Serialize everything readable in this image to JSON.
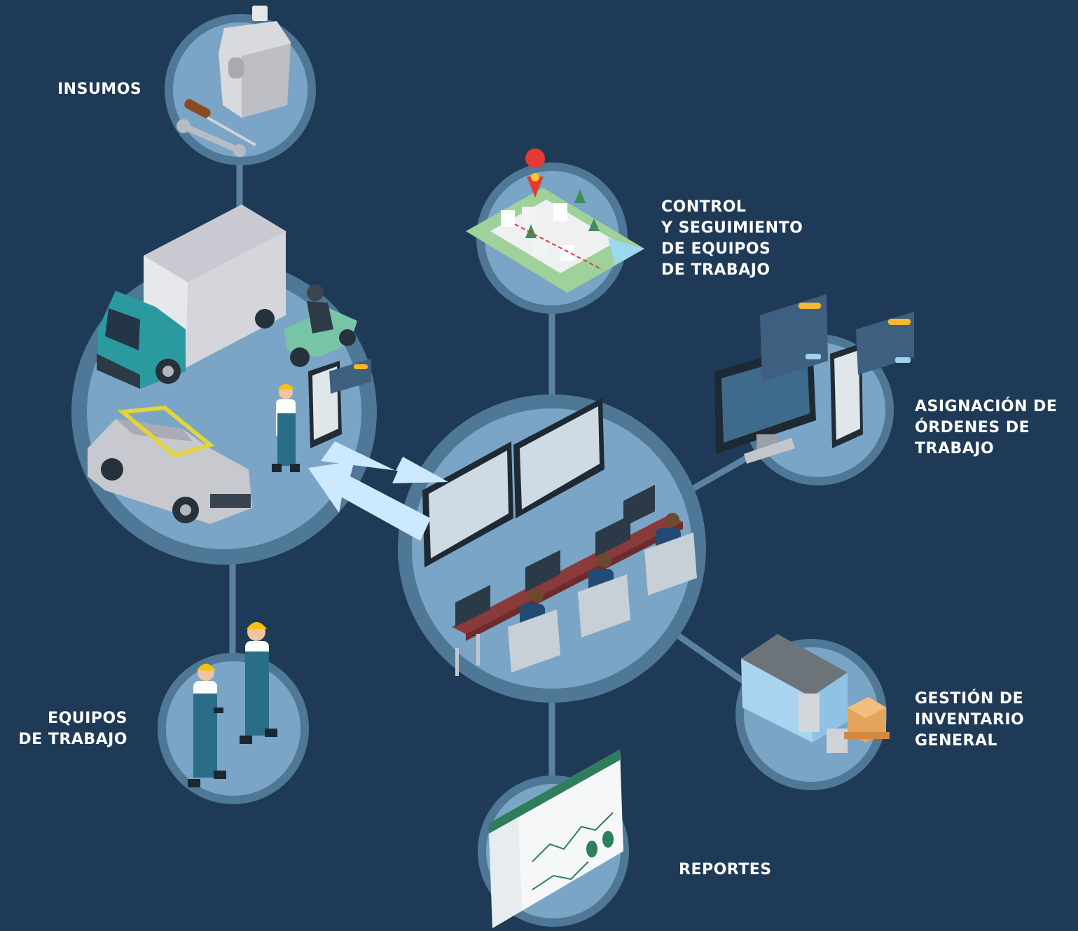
{
  "colors": {
    "background": "#1e3a57",
    "ring": "#4f7896",
    "node_fill": "#7aa5c6",
    "connector": "#5b82a0",
    "arrow": "#cde9ff",
    "label": "#ffffff"
  },
  "nodes": {
    "insumos": {
      "lines": [
        "INSUMOS"
      ],
      "icon": "toolbox-wrench-screwdriver-icon"
    },
    "control": {
      "lines": [
        "CONTROL",
        "Y SEGUIMIENTO",
        "DE EQUIPOS",
        "DE TRABAJO"
      ],
      "icon": "city-map-pin-icon"
    },
    "asignacion": {
      "lines": [
        "ASIGNACIÓN DE",
        "ÓRDENES DE",
        "TRABAJO"
      ],
      "icon": "monitor-phone-cards-icon"
    },
    "gestion": {
      "lines": [
        "GESTIÓN DE",
        "INVENTARIO",
        "GENERAL"
      ],
      "icon": "warehouse-boxes-icon"
    },
    "reportes": {
      "lines": [
        "REPORTES"
      ],
      "icon": "dashboard-report-icon"
    },
    "equipos": {
      "lines": [
        "EQUIPOS",
        "DE TRABAJO"
      ],
      "icon": "workers-icon"
    },
    "fleet": {
      "icon": "truck-car-scooter-worker-icon"
    },
    "hub": {
      "icon": "control-room-icon"
    }
  }
}
